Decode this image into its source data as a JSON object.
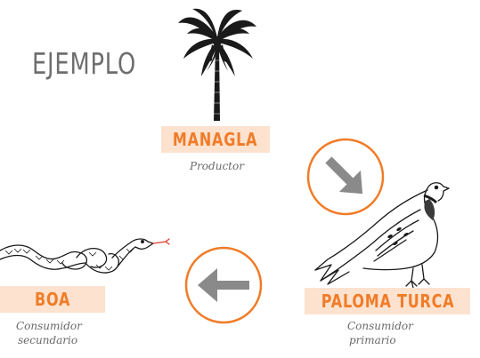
{
  "title": "EJEMPLO",
  "nodes": {
    "managla": {
      "name": "MANAGLA",
      "role": "Productor"
    },
    "paloma": {
      "name": "PALOMA TURCA",
      "role_line1": "Consumidor",
      "role_line2": "primario"
    },
    "boa": {
      "name": "BOA",
      "role_line1": "Consumidor",
      "role_line2": "secundario"
    }
  },
  "arrows": [
    {
      "from": "MANAGLA",
      "to": "PALOMA TURCA",
      "direction": "down-right"
    },
    {
      "from": "PALOMA TURCA",
      "to": "BOA",
      "direction": "left"
    }
  ],
  "colors": {
    "accent": "#f07c28",
    "label_bg": "#fde2cf",
    "arrow_gray": "#8a8a8a",
    "title_gray": "#6e6e6e"
  }
}
